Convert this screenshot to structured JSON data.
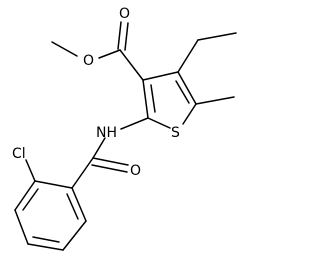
{
  "structure": {
    "description_free": true,
    "atoms": {
      "carbonyl_o_ester": "O",
      "ester_o": "O",
      "ring_s": "S",
      "amide_nh": "NH",
      "amide_o": "O",
      "chloro": "Cl"
    },
    "colors": {
      "bond": "#000000",
      "label": "#000000",
      "background": "#ffffff"
    }
  }
}
